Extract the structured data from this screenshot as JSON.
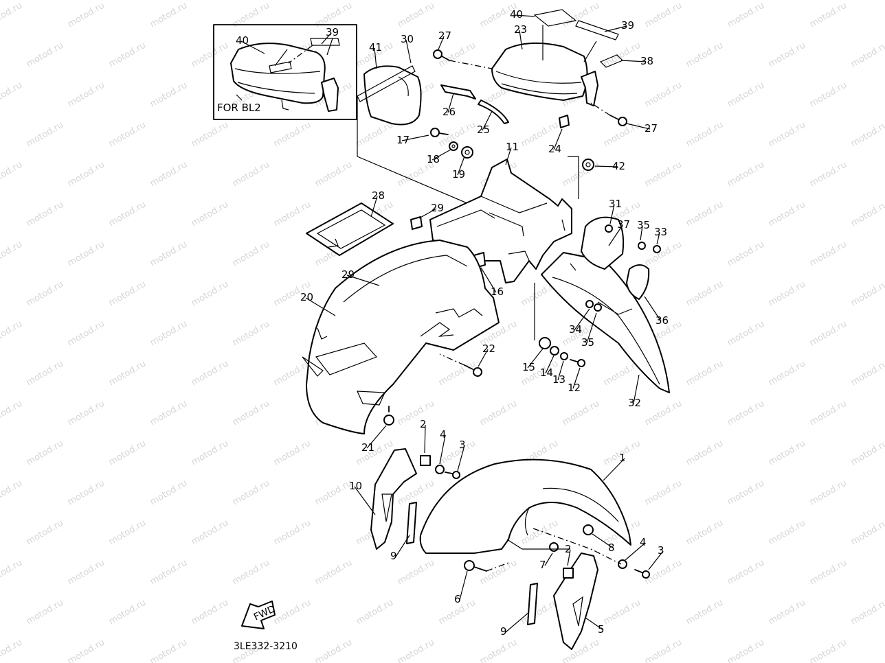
{
  "inset": {
    "label": "FOR BL2"
  },
  "drawing_number": "3LE332-3210",
  "fwd_label": "FWD",
  "watermark": "motod.ru",
  "callouts": [
    {
      "id": "c40a",
      "text": "40"
    },
    {
      "id": "c39a",
      "text": "39"
    },
    {
      "id": "c41",
      "text": "41"
    },
    {
      "id": "c30",
      "text": "30"
    },
    {
      "id": "c27a",
      "text": "27"
    },
    {
      "id": "c23",
      "text": "23"
    },
    {
      "id": "c40b",
      "text": "40"
    },
    {
      "id": "c39b",
      "text": "39"
    },
    {
      "id": "c38",
      "text": "38"
    },
    {
      "id": "c26",
      "text": "26"
    },
    {
      "id": "c25",
      "text": "25"
    },
    {
      "id": "c24",
      "text": "24"
    },
    {
      "id": "c27b",
      "text": "27"
    },
    {
      "id": "c17",
      "text": "17"
    },
    {
      "id": "c18",
      "text": "18"
    },
    {
      "id": "c19",
      "text": "19"
    },
    {
      "id": "c11",
      "text": "11"
    },
    {
      "id": "c42",
      "text": "42"
    },
    {
      "id": "c28",
      "text": "28"
    },
    {
      "id": "c29a",
      "text": "29"
    },
    {
      "id": "c31",
      "text": "31"
    },
    {
      "id": "c37",
      "text": "37"
    },
    {
      "id": "c35a",
      "text": "35"
    },
    {
      "id": "c33",
      "text": "33"
    },
    {
      "id": "c29b",
      "text": "29"
    },
    {
      "id": "c20",
      "text": "20"
    },
    {
      "id": "c16",
      "text": "16"
    },
    {
      "id": "c36",
      "text": "36"
    },
    {
      "id": "c34",
      "text": "34"
    },
    {
      "id": "c35b",
      "text": "35"
    },
    {
      "id": "c22",
      "text": "22"
    },
    {
      "id": "c15",
      "text": "15"
    },
    {
      "id": "c14",
      "text": "14"
    },
    {
      "id": "c13",
      "text": "13"
    },
    {
      "id": "c12",
      "text": "12"
    },
    {
      "id": "c32",
      "text": "32"
    },
    {
      "id": "c21",
      "text": "21"
    },
    {
      "id": "c2a",
      "text": "2"
    },
    {
      "id": "c4a",
      "text": "4"
    },
    {
      "id": "c3a",
      "text": "3"
    },
    {
      "id": "c10",
      "text": "10"
    },
    {
      "id": "c1",
      "text": "1"
    },
    {
      "id": "c9a",
      "text": "9"
    },
    {
      "id": "c8",
      "text": "8"
    },
    {
      "id": "c4b",
      "text": "4"
    },
    {
      "id": "c3b",
      "text": "3"
    },
    {
      "id": "c7",
      "text": "7"
    },
    {
      "id": "c2b",
      "text": "2"
    },
    {
      "id": "c6",
      "text": "6"
    },
    {
      "id": "c9b",
      "text": "9"
    },
    {
      "id": "c5",
      "text": "5"
    }
  ]
}
